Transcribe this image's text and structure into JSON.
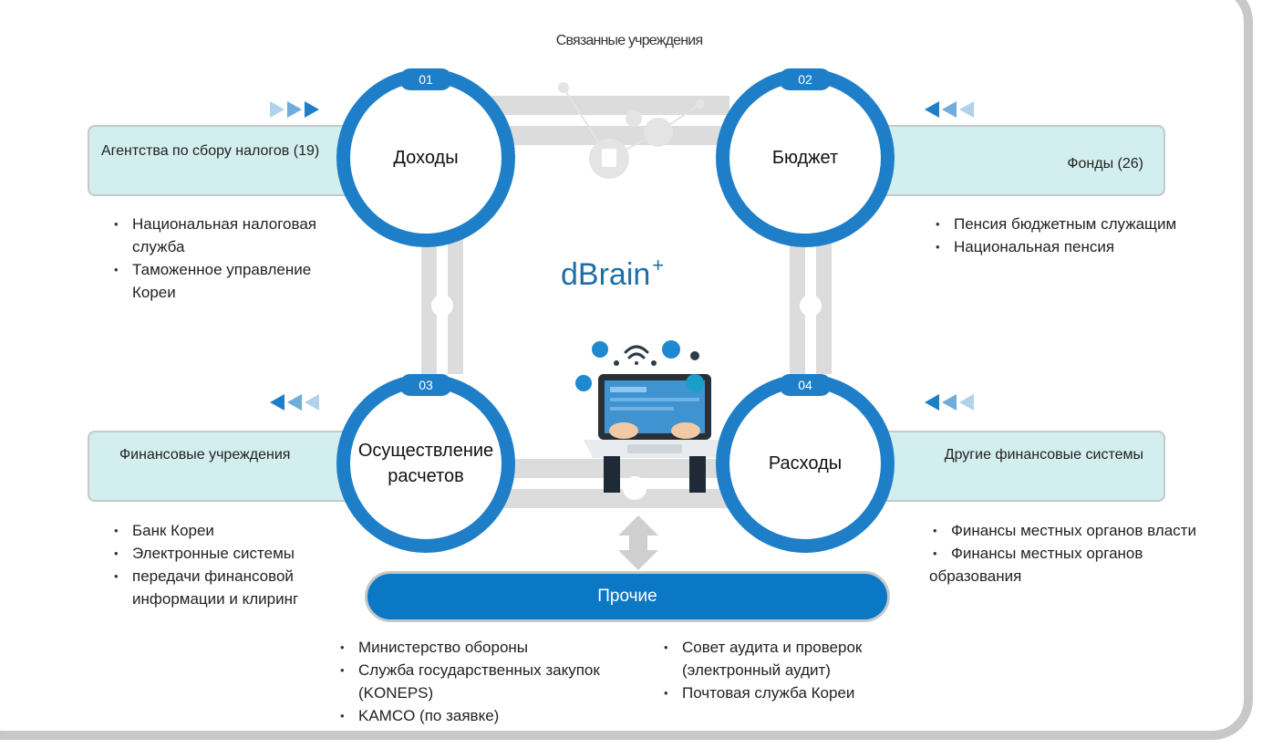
{
  "title": "Связанные учреждения",
  "brand": {
    "name": "dBrain",
    "mark": "+"
  },
  "modules": [
    {
      "number": "01",
      "label": "Доходы"
    },
    {
      "number": "02",
      "label": "Бюджет"
    },
    {
      "number": "03",
      "label": "Осуществление расчетов"
    },
    {
      "number": "04",
      "label": "Расходы"
    }
  ],
  "boxes": [
    {
      "label": "Агентства по сбору налогов (19)"
    },
    {
      "label": "Фонды (26)"
    },
    {
      "label": "Финансовые учреждения"
    },
    {
      "label": "Другие финансовые системы"
    }
  ],
  "lists": {
    "revenue": [
      "Национальная налоговая служба",
      "Таможенное управление Кореи"
    ],
    "budget": [
      "Пенсия бюджетным служащим",
      "Национальная пенсия"
    ],
    "settlement": [
      "Банк Кореи",
      "Электронные системы",
      "передачи финансовой информации и клиринг"
    ],
    "expenditure": [
      "Финансы местных органов власти",
      "Финансы местных органов",
      "образования"
    ],
    "others_left": [
      "Министерство обороны",
      "Служба государственных закупок",
      "(KONEPS)",
      "KAMCO (по заявке)"
    ],
    "others_right": [
      "Совет аудита и проверок",
      "(электронный аудит)",
      "Почтовая служба Кореи"
    ]
  },
  "others": {
    "label": "Прочие"
  },
  "colors": {
    "primary": "#1e7fc8",
    "box_fill": "#d3eeee",
    "connector": "#dcdcdc",
    "bar": "#0b78c6"
  },
  "icons": [
    "laptop-icon",
    "wifi-icon",
    "cloud-icon",
    "document-icon",
    "double-arrow-icon",
    "triangle-arrow-icon"
  ]
}
